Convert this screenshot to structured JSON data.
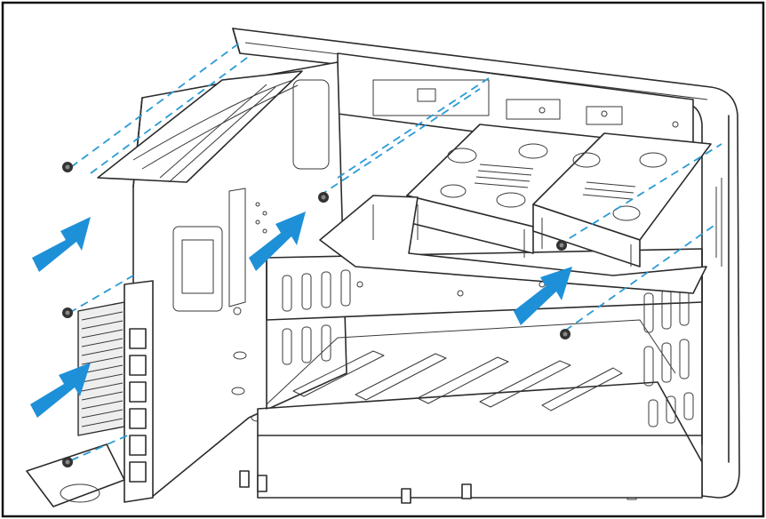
{
  "figure": {
    "description_visible_text": "",
    "colors": {
      "line": "#2b2b2b",
      "accent_arrow": "#1e90d8",
      "guide_dash": "#2a9bd6",
      "frame": "#111111",
      "background": "#ffffff"
    },
    "arrows": [
      {
        "name": "insert-arrow-left-upper",
        "direction": "right-up"
      },
      {
        "name": "insert-arrow-left-lower",
        "direction": "right-up"
      },
      {
        "name": "insert-arrow-center",
        "direction": "right-up"
      },
      {
        "name": "insert-arrow-right",
        "direction": "right-up"
      }
    ],
    "screws": [
      "screw-top-left",
      "screw-mid-left",
      "screw-bottom-left",
      "screw-bay-center",
      "screw-bay-right",
      "screw-bay-right-lower"
    ]
  }
}
